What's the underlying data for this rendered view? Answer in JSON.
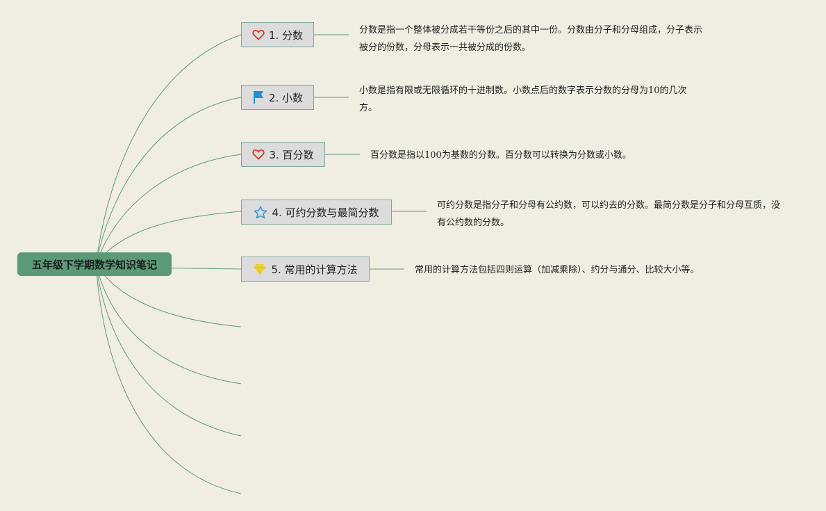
{
  "root": {
    "label": "五年级下学期数学知识笔记"
  },
  "topics": [
    {
      "label": "1. 分数",
      "icon": "heart-icon",
      "note": "分数是指一个整体被分成若干等份之后的其中一份。分数由分子和分母组成，分子表示被分的份数，分母表示一共被分成的份数。"
    },
    {
      "label": "2. 小数",
      "icon": "flag-icon",
      "note": "小数是指有限或无限循环的十进制数。小数点后的数字表示分数的分母为10的几次方。"
    },
    {
      "label": "3. 百分数",
      "icon": "heart-icon",
      "note": "百分数是指以100为基数的分数。百分数可以转换为分数或小数。"
    },
    {
      "label": "4. 可约分数与最简分数",
      "icon": "star-icon",
      "note": "可约分数是指分子和分母有公约数，可以约去的分数。最简分数是分子和分母互质，没有公约数的分数。"
    },
    {
      "label": "5. 常用的计算方法",
      "icon": "gem-icon",
      "note": "常用的计算方法包括四则运算（加减乘除）、约分与通分、比较大小等。"
    }
  ],
  "colors": {
    "root_bg": "#5b9a76",
    "line": "#5e9a7a",
    "topic_bg": "#dcdcdc",
    "heart": "#d9342b",
    "flag": "#1e8fd6",
    "star": "#3a96d8",
    "gem": "#e9d63a"
  }
}
